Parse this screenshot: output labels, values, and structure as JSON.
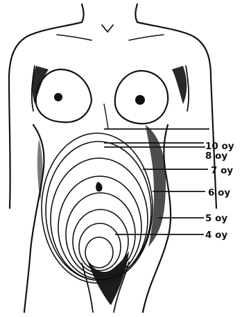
{
  "labels": [
    {
      "id": "10",
      "text": "10 oy"
    },
    {
      "id": "8",
      "text": "8 oy"
    },
    {
      "id": "7",
      "text": "7 oy"
    },
    {
      "id": "6",
      "text": "6 oy"
    },
    {
      "id": "5",
      "text": "5 oy"
    },
    {
      "id": "4",
      "text": "4 oy"
    }
  ],
  "colors": {
    "ink": "#111111",
    "background": "#ffffff"
  }
}
